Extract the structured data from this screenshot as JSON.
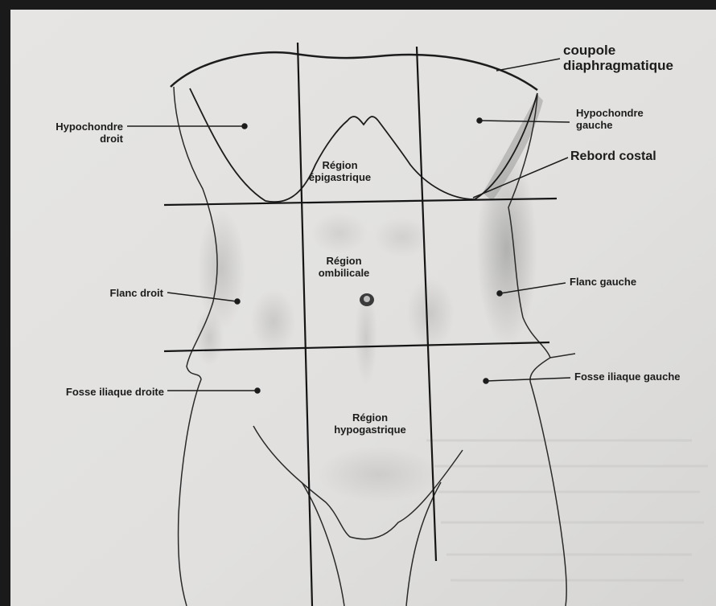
{
  "labels": {
    "coupole_line1": "coupole",
    "coupole_line2": "diaphragmatique",
    "hypochondre_droit_line1": "Hypochondre",
    "hypochondre_droit_line2": "droit",
    "hypochondre_gauche_line1": "Hypochondre",
    "hypochondre_gauche_line2": "gauche",
    "rebord_costal": "Rebord costal",
    "epigastrique_line1": "Région",
    "epigastrique_line2": "épigastrique",
    "ombilicale_line1": "Région",
    "ombilicale_line2": "ombilicale",
    "flanc_droit": "Flanc droit",
    "flanc_gauche": "Flanc gauche",
    "fosse_iliaque_droite": "Fosse iliaque droite",
    "fosse_iliaque_gauche": "Fosse iliaque gauche",
    "hypogastrique_line1": "Région",
    "hypogastrique_line2": "hypogastrique"
  },
  "colors": {
    "paper": "#e3e2e0",
    "ink": "#1c1c1c",
    "frame": "#1a1a1a"
  }
}
